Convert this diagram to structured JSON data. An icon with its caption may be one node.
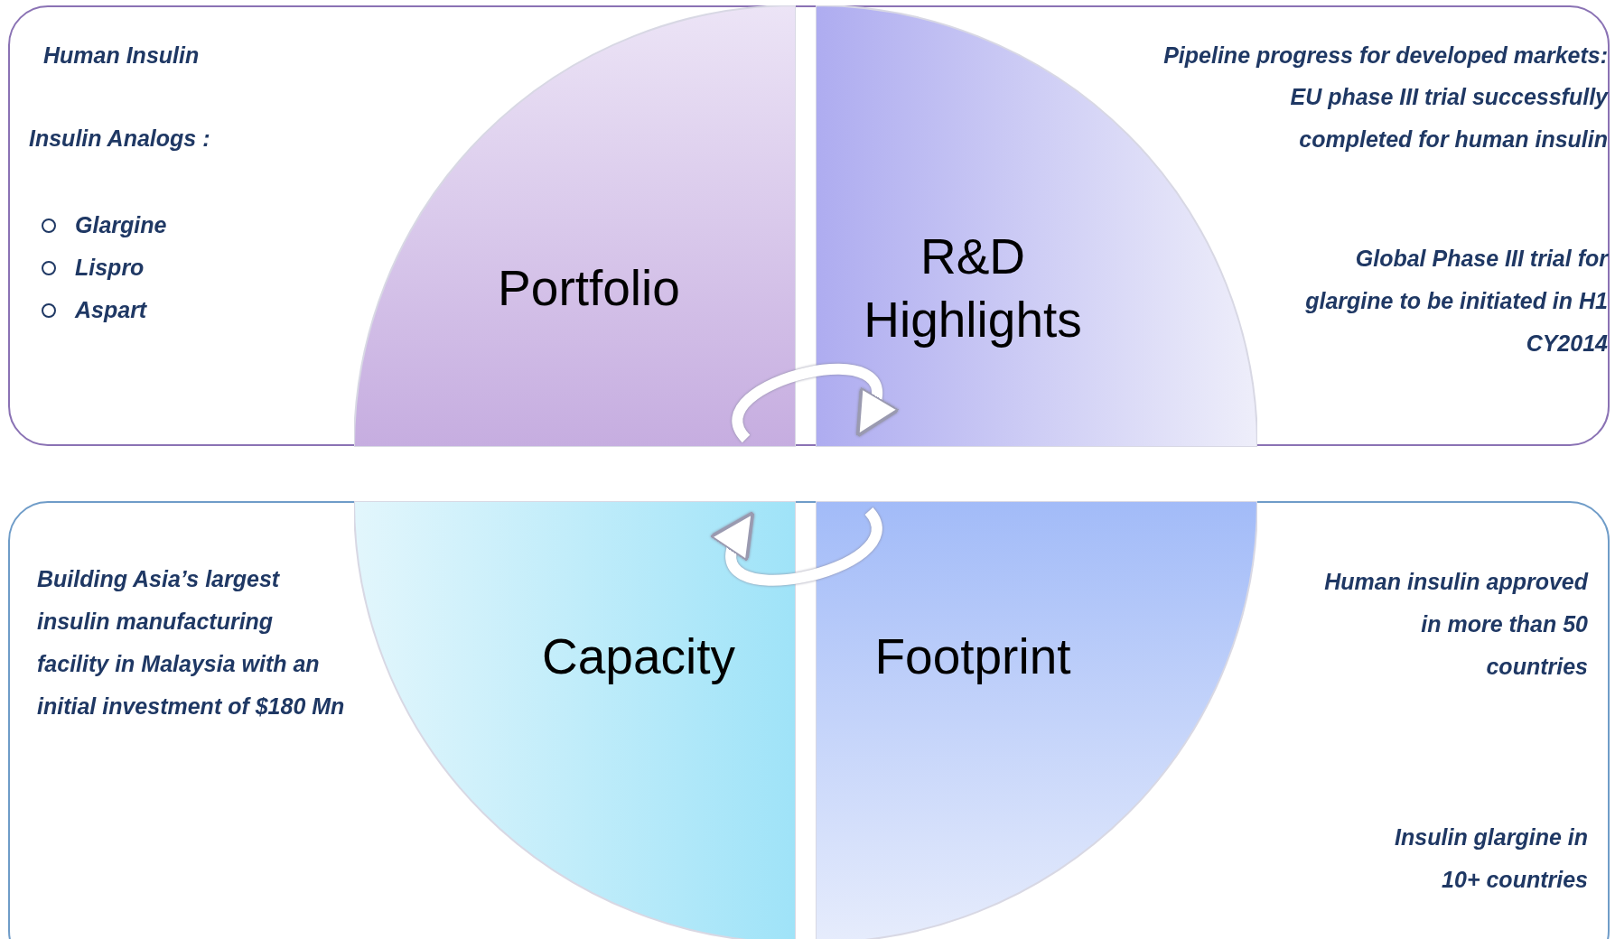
{
  "diagram": {
    "nodes": [
      {
        "text": [
          "Portfolio"
        ]
      },
      {
        "text": [
          "R&D Highlights"
        ]
      },
      {
        "text": [
          "Capacity"
        ]
      },
      {
        "text": [
          "Footprint"
        ]
      }
    ],
    "edges": [
      {
        "from": 0,
        "to": 1,
        "arrow": "to"
      },
      {
        "from": 3,
        "to": 2,
        "arrow": "to"
      }
    ],
    "labels": [
      "Human Insulin",
      "Insulin Analogs :",
      "Glargine",
      "Lispro",
      "Aspart",
      "Pipeline progress for developed markets:",
      "EU phase III trial successfully completed for human insulin",
      "Global Phase III trial for glargine to be initiated in H1 CY2014",
      "Building Asia’s largest insulin manufacturing facility in Malaysia with an initial investment of $180 Mn",
      "Human insulin approved in more than 50 countries",
      "Insulin glargine in 10+ countries"
    ]
  }
}
